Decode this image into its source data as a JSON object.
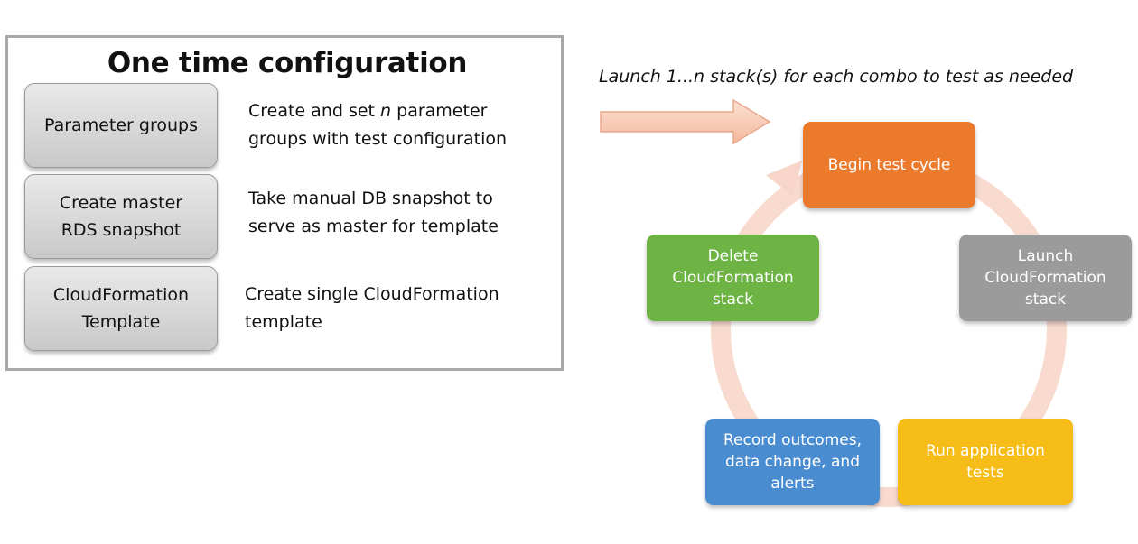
{
  "config": {
    "title": "One time configuration",
    "steps": [
      {
        "label_lines": [
          "Parameter groups"
        ],
        "desc_line1_pre": "Create and set ",
        "desc_line1_italic": "n",
        "desc_line1_post": " parameter",
        "desc_line2": "groups with test configuration"
      },
      {
        "label_lines": [
          "Create master",
          "RDS snapshot"
        ],
        "desc_line1": "Take manual DB snapshot to",
        "desc_line2": "serve as master for template"
      },
      {
        "label_lines": [
          "CloudFormation",
          "Template"
        ],
        "desc_line1": "Create single CloudFormation",
        "desc_line2": "template"
      }
    ]
  },
  "cycle": {
    "caption": "Launch 1...n stack(s) for each combo to test as needed",
    "nodes": [
      {
        "lines": [
          "Begin test cycle"
        ],
        "color": "#ec7a2c"
      },
      {
        "lines": [
          "Launch",
          "CloudFormation",
          "stack"
        ],
        "color": "#9b9b9b"
      },
      {
        "lines": [
          "Run application",
          "tests"
        ],
        "color": "#f6bd18"
      },
      {
        "lines": [
          "Record outcomes,",
          "data change, and",
          "alerts"
        ],
        "color": "#4a8cd0"
      },
      {
        "lines": [
          "Delete",
          "CloudFormation",
          "stack"
        ],
        "color": "#6db444"
      }
    ],
    "ring_color": "#f7d3c5",
    "arrow_color": "#f8cab3"
  }
}
